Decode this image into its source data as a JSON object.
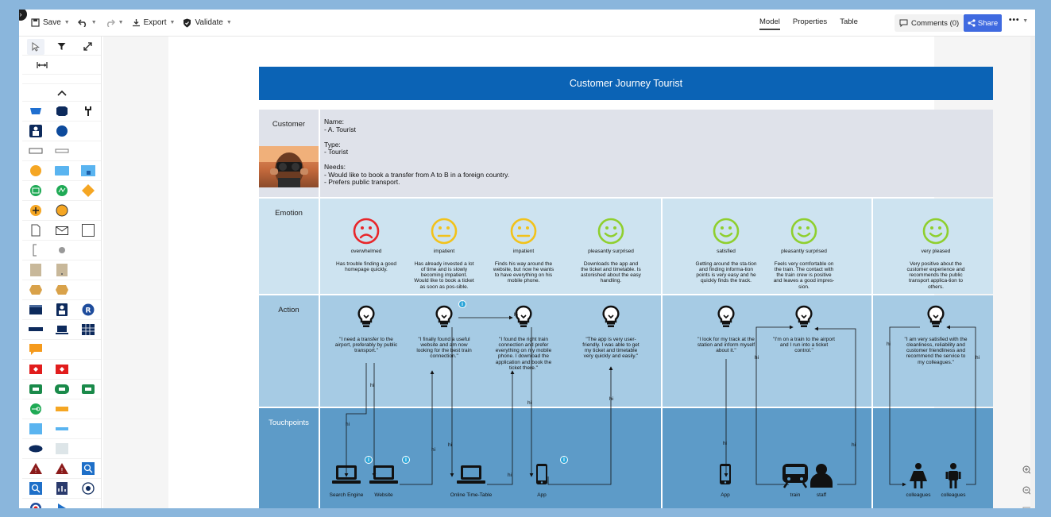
{
  "toolbar": {
    "save_label": "Save",
    "export_label": "Export",
    "validate_label": "Validate",
    "view_tabs": [
      "Model",
      "Properties",
      "Table"
    ],
    "comments_label": "Comments (0)",
    "share_label": "Share"
  },
  "diagram": {
    "title": "Customer Journey Tourist",
    "customer": {
      "label": "Customer",
      "name_heading": "Name:",
      "name_value": "- A. Tourist",
      "type_heading": "Type:",
      "type_value": "- Tourist",
      "needs_heading": "Needs:",
      "needs": [
        "- Would like to book a transfer from A to B in a foreign country.",
        "- Prefers public transport."
      ]
    },
    "emotion": {
      "label": "Emotion",
      "items": [
        {
          "mood": "sad",
          "label": "overwhelmed",
          "desc": "Has trouble finding a good homepage quickly."
        },
        {
          "mood": "neutral",
          "label": "impatient",
          "desc": "Has already invested a lot of time and is slowly becoming impatient. Would like to book a ticket as soon as pos-sible."
        },
        {
          "mood": "neutral",
          "label": "impatient",
          "desc": "Finds his way around the website, but now he wants to have everything on his mobile phone."
        },
        {
          "mood": "happy",
          "label": "pleasantly surprised",
          "desc": "Downloads the app and the ticket and timetable. Is astonished about the easy handling."
        },
        {
          "mood": "happy",
          "label": "satisfied",
          "desc": "Getting around the sta-tion and finding informa-tion points is very easy and he quickly finds the track."
        },
        {
          "mood": "happy",
          "label": "pleasantly surprised",
          "desc": "Feels very comfortable on the train. The contact with the train crew is positive and leaves a good impres-sion."
        },
        {
          "mood": "happy",
          "label": "very pleased",
          "desc": "Very positive about the customer experience and recommends the public transport applica-tion to others."
        }
      ]
    },
    "action": {
      "label": "Action",
      "items": [
        "\"I need a transfer to the airport, preferably by public transport.\"",
        "\"I finally found a useful website and am now looking for the best train connection.\"",
        "\"I found the right train connection and prefer everything on my mobile phone. I download the application and book the ticket there.\"",
        "\"The app is very user-friendly. I was able to get my ticket and timetable very quickly and easily.\"",
        "\"I look for my track at the station and inform myself about it.\"",
        "\"I'm on a train to the airport and I run into a ticket control.\"",
        "\"I am very satisfied with the cleanliness, reliability and customer friendliness and recommend the service to my colleagues.\""
      ],
      "edge_label": "hi"
    },
    "touchpoints": {
      "label": "Touchpoints",
      "items": [
        "Search Engine",
        "Website",
        "Online Time-Table",
        "App",
        "App",
        "train",
        "staff",
        "colleagues",
        "colleagues"
      ]
    },
    "colors": {
      "title_bg": "#0b63b5",
      "customer_bg": "#dfe2ea",
      "emotion_bg": "#cde3f0",
      "action_bg": "#a6cbe4",
      "touch_bg": "#5d9bc8",
      "sad": "#e8262a",
      "neutral": "#f2c21a",
      "happy": "#8fcf2e"
    }
  }
}
